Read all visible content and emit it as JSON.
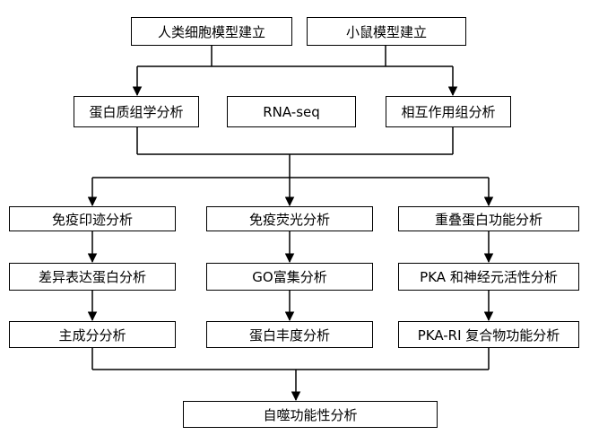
{
  "diagram": {
    "row1": [
      "人类细胞模型建立",
      "小鼠模型建立"
    ],
    "row2": [
      "蛋白质组学分析",
      "RNA-seq",
      "相互作用组分析"
    ],
    "col1": [
      "免疫印迹分析",
      "差异表达蛋白分析",
      "主成分分析"
    ],
    "col2": [
      "免疫荧光分析",
      "GO富集分析",
      "蛋白丰度分析"
    ],
    "col3": [
      "重叠蛋白功能分析",
      "PKA 和神经元活性分析",
      "PKA-RI 复合物功能分析"
    ],
    "final": "自噬功能性分析"
  }
}
